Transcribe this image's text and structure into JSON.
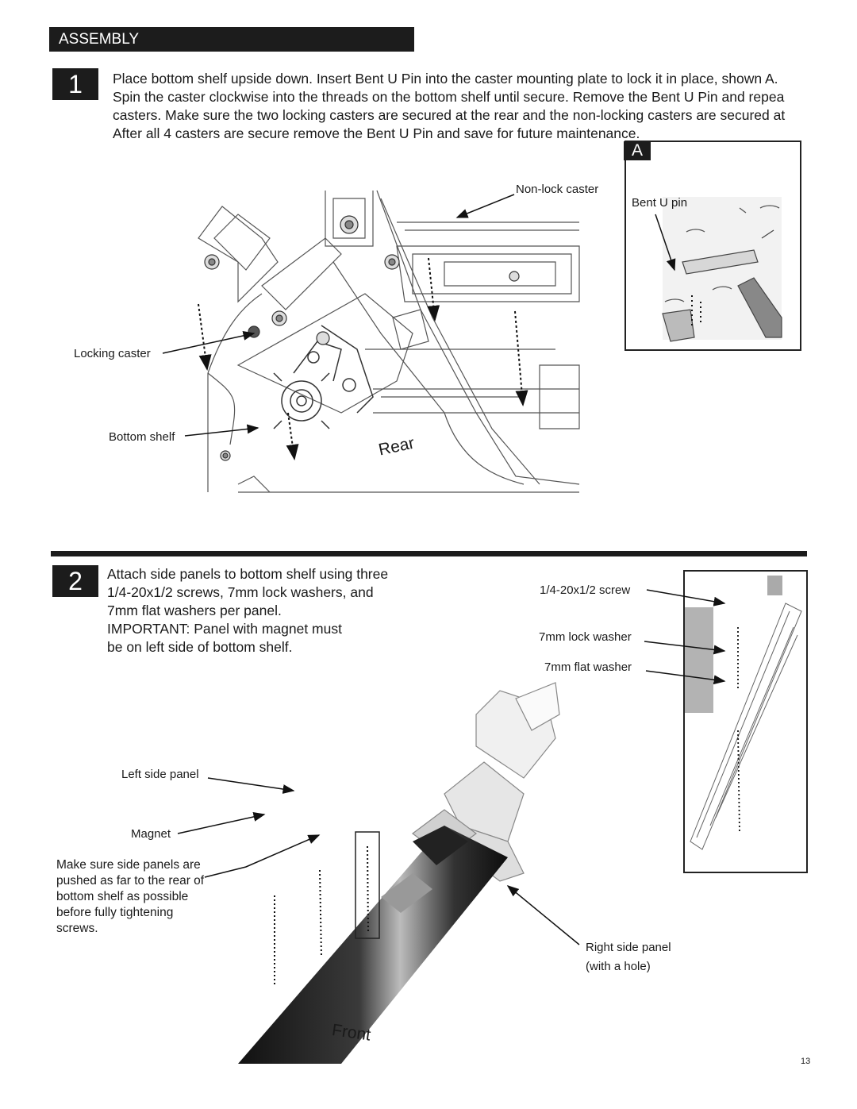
{
  "header": {
    "title": "ASSEMBLY"
  },
  "step1": {
    "number": "1",
    "lines": [
      "Place bottom shelf upside down. Insert Bent U Pin into the caster mounting plate to lock it in place, shown A.",
      "Spin the caster clockwise into the threads on the bottom shelf until secure. Remove the Bent U Pin and repea",
      "casters. Make sure the two locking casters are secured at the rear and the non-locking casters are secured at",
      "After all 4 casters are secure remove the Bent U Pin and save for future maintenance."
    ],
    "labels": {
      "non_lock_caster": "Non-lock caster",
      "locking_caster": "Locking caster",
      "bottom_shelf": "Bottom shelf",
      "rear": "Rear"
    },
    "inset": {
      "letter": "A",
      "bent_u_pin": "Bent U pin"
    }
  },
  "step2": {
    "number": "2",
    "lines": [
      "Attach side panels to bottom shelf using three",
      "1/4-20x1/2  screws, 7mm lock washers, and",
      "7mm flat washers per panel.",
      "IMPORTANT: Panel with magnet must",
      "be on left side of bottom shelf."
    ],
    "labels": {
      "screw": "1/4-20x1/2  screw",
      "lock_washer": "7mm lock washer",
      "flat_washer": "7mm flat washer",
      "left_side_panel": "Left side panel",
      "magnet": "Magnet",
      "note": "Make sure side panels are pushed as far to the rear of bottom shelf as possible before fully tightening screws.",
      "right_side_panel_1": "Right side panel",
      "right_side_panel_2": "(with a hole)",
      "front": "Front"
    }
  },
  "footer": {
    "page_number": "13"
  }
}
